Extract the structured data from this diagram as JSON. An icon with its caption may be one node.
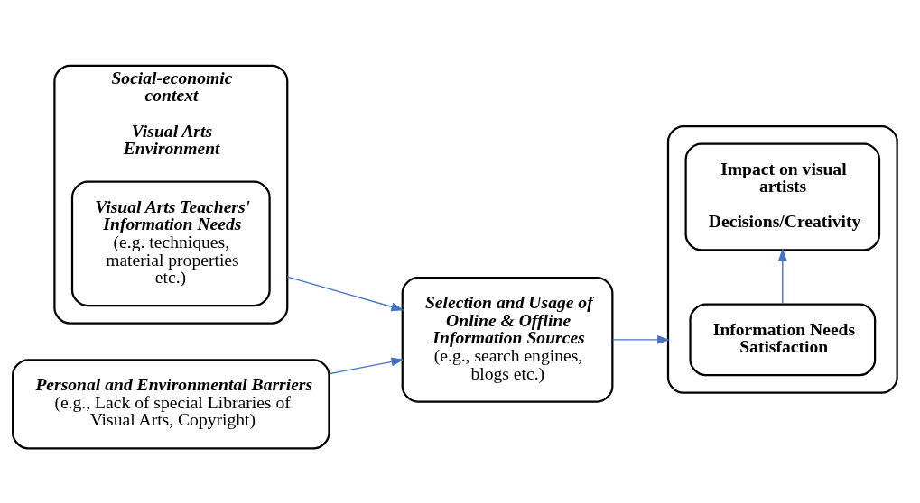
{
  "diagram": {
    "nodes": [
      {
        "text": [
          "Social-economic context",
          "Visual Arts Environment"
        ]
      },
      {
        "text": [
          "Visual Arts Teachers' Information Needs",
          "(e.g. techniques, material properties etc.)"
        ],
        "in": 0
      },
      {
        "text": [
          "Selection and Usage of Online & Offline Information Sources",
          "(e.g., search engines, blogs etc.)"
        ]
      },
      {
        "text": [],
        "shape": "box"
      },
      {
        "text": [
          "Information Needs Satisfaction"
        ],
        "in": 3
      },
      {
        "text": [
          "Impact on visual artists",
          "Decisions/Creativity"
        ],
        "in": 3
      },
      {
        "text": [
          "Personal and Environmental Barriers",
          "(e.g., Lack of special Libraries of Visual Arts, Copyright)"
        ]
      }
    ],
    "edges": [
      {
        "from": 0,
        "to": 2,
        "arrow": "to"
      },
      {
        "from": 6,
        "to": 2,
        "arrow": "to"
      },
      {
        "from": 2,
        "to": 3,
        "arrow": "to"
      },
      {
        "from": 4,
        "to": 5,
        "arrow": "to"
      }
    ]
  }
}
